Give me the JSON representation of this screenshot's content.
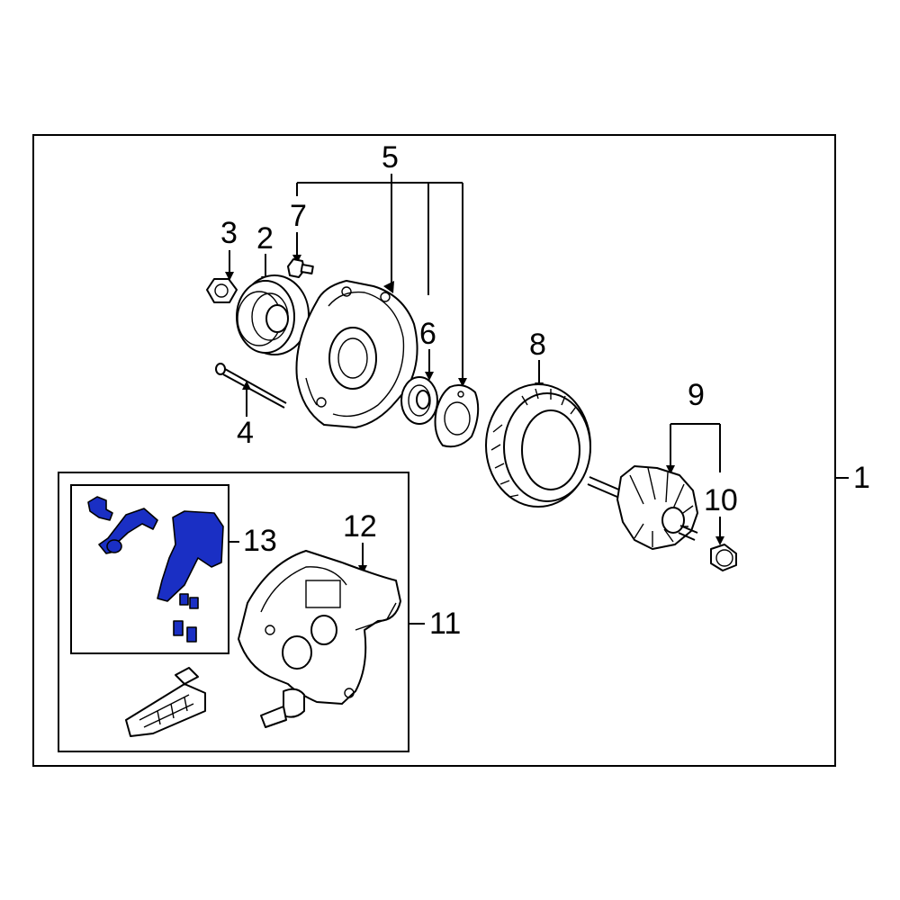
{
  "colors": {
    "highlight": "#1a2fc4",
    "line": "#000000",
    "background": "#ffffff"
  },
  "callouts": {
    "c1": "1",
    "c2": "2",
    "c3": "3",
    "c4": "4",
    "c5": "5",
    "c6": "6",
    "c7": "7",
    "c8": "8",
    "c9": "9",
    "c10": "10",
    "c11": "11",
    "c12": "12",
    "c13": "13"
  }
}
